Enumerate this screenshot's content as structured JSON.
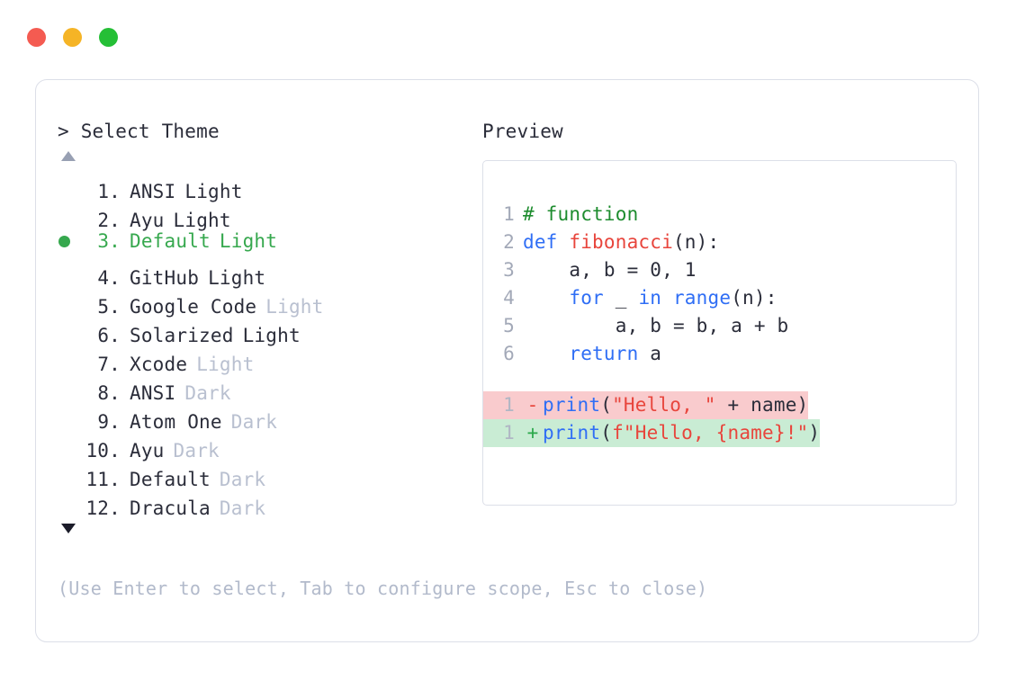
{
  "window": {
    "controls": [
      {
        "name": "close",
        "color": "#f45b51"
      },
      {
        "name": "minimize",
        "color": "#f5b426"
      },
      {
        "name": "maximize",
        "color": "#25bf36"
      }
    ]
  },
  "selector": {
    "prompt_caret": ">",
    "prompt_title": "Select Theme",
    "scroll_up_indicator": "▲",
    "scroll_down_indicator": "▼",
    "selected_index": 3,
    "items": [
      {
        "index": "1.",
        "name": "ANSI",
        "tag": "Light",
        "tag_muted": false,
        "selected": false
      },
      {
        "index": "2.",
        "name": "Ayu",
        "tag": "Light",
        "tag_muted": false,
        "selected": false
      },
      {
        "index": "3.",
        "name": "Default",
        "tag": "Light",
        "tag_muted": false,
        "selected": true
      },
      {
        "index": "4.",
        "name": "GitHub",
        "tag": "Light",
        "tag_muted": false,
        "selected": false
      },
      {
        "index": "5.",
        "name": "Google Code",
        "tag": "Light",
        "tag_muted": true,
        "selected": false
      },
      {
        "index": "6.",
        "name": "Solarized",
        "tag": "Light",
        "tag_muted": false,
        "selected": false
      },
      {
        "index": "7.",
        "name": "Xcode",
        "tag": "Light",
        "tag_muted": true,
        "selected": false
      },
      {
        "index": "8.",
        "name": "ANSI",
        "tag": "Dark",
        "tag_muted": true,
        "selected": false
      },
      {
        "index": "9.",
        "name": "Atom One",
        "tag": "Dark",
        "tag_muted": true,
        "selected": false
      },
      {
        "index": "10.",
        "name": "Ayu",
        "tag": "Dark",
        "tag_muted": true,
        "selected": false
      },
      {
        "index": "11.",
        "name": "Default",
        "tag": "Dark",
        "tag_muted": true,
        "selected": false
      },
      {
        "index": "12.",
        "name": "Dracula",
        "tag": "Dark",
        "tag_muted": true,
        "selected": false
      }
    ],
    "hint": "(Use Enter to select, Tab to configure scope, Esc to close)"
  },
  "preview": {
    "label": "Preview",
    "code_lines": [
      {
        "ln": "1",
        "tokens": [
          {
            "t": "# function",
            "c": "comment"
          }
        ]
      },
      {
        "ln": "2",
        "tokens": [
          {
            "t": "def ",
            "c": "keyword"
          },
          {
            "t": "fibonacci",
            "c": "func"
          },
          {
            "t": "(n):",
            "c": "plain"
          }
        ]
      },
      {
        "ln": "3",
        "tokens": [
          {
            "t": "    a, b = 0, 1",
            "c": "plain"
          }
        ]
      },
      {
        "ln": "4",
        "tokens": [
          {
            "t": "    ",
            "c": "plain"
          },
          {
            "t": "for",
            "c": "keyword"
          },
          {
            "t": " _ ",
            "c": "plain"
          },
          {
            "t": "in",
            "c": "keyword"
          },
          {
            "t": " ",
            "c": "plain"
          },
          {
            "t": "range",
            "c": "builtin"
          },
          {
            "t": "(n):",
            "c": "plain"
          }
        ]
      },
      {
        "ln": "5",
        "tokens": [
          {
            "t": "        a, b = b, a + b",
            "c": "plain"
          }
        ]
      },
      {
        "ln": "6",
        "tokens": [
          {
            "t": "    ",
            "c": "plain"
          },
          {
            "t": "return",
            "c": "keyword"
          },
          {
            "t": " a",
            "c": "plain"
          }
        ]
      }
    ],
    "diff_lines": [
      {
        "ln": "1",
        "mark": "-",
        "kind": "del",
        "tokens": [
          {
            "t": "print",
            "c": "builtin"
          },
          {
            "t": "(",
            "c": "plain"
          },
          {
            "t": "\"Hello, \"",
            "c": "string"
          },
          {
            "t": " + name)",
            "c": "plain"
          }
        ]
      },
      {
        "ln": "1",
        "mark": "+",
        "kind": "add",
        "tokens": [
          {
            "t": "print",
            "c": "builtin"
          },
          {
            "t": "(",
            "c": "plain"
          },
          {
            "t": "f\"Hello, {name}!\"",
            "c": "string"
          },
          {
            "t": ")",
            "c": "plain"
          }
        ]
      }
    ]
  }
}
